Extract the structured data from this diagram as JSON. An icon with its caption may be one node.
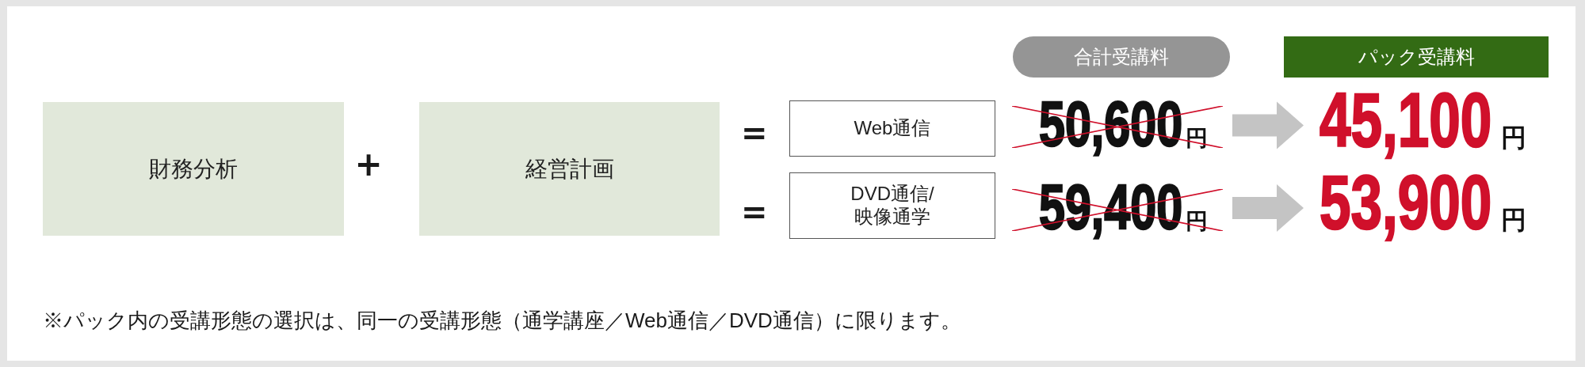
{
  "diagram": {
    "nodes": [
      {
        "text": [
          "合計受講料"
        ]
      },
      {
        "text": [
          "パック受講料"
        ]
      },
      {
        "text": [
          "財務分析"
        ]
      },
      {
        "text": [
          "経営計画"
        ]
      },
      {
        "text": [
          "Web通信"
        ]
      },
      {
        "text": [
          "50,600",
          "円"
        ]
      },
      {
        "text": [
          "45,100",
          "円"
        ]
      },
      {
        "text": [
          "DVD通信/映像通学"
        ]
      },
      {
        "text": [
          "59,400",
          "円"
        ]
      },
      {
        "text": [
          "53,900",
          "円"
        ]
      }
    ],
    "edges": [
      {
        "from": 5,
        "to": 6,
        "arrow": "to"
      },
      {
        "from": 8,
        "to": 9,
        "arrow": "to"
      }
    ],
    "labels": [
      "+",
      "=",
      "=",
      "※パック内の受講形態の選択は、同一の受講形態（通学講座／Web通信／DVD通信）に限ります。"
    ]
  }
}
